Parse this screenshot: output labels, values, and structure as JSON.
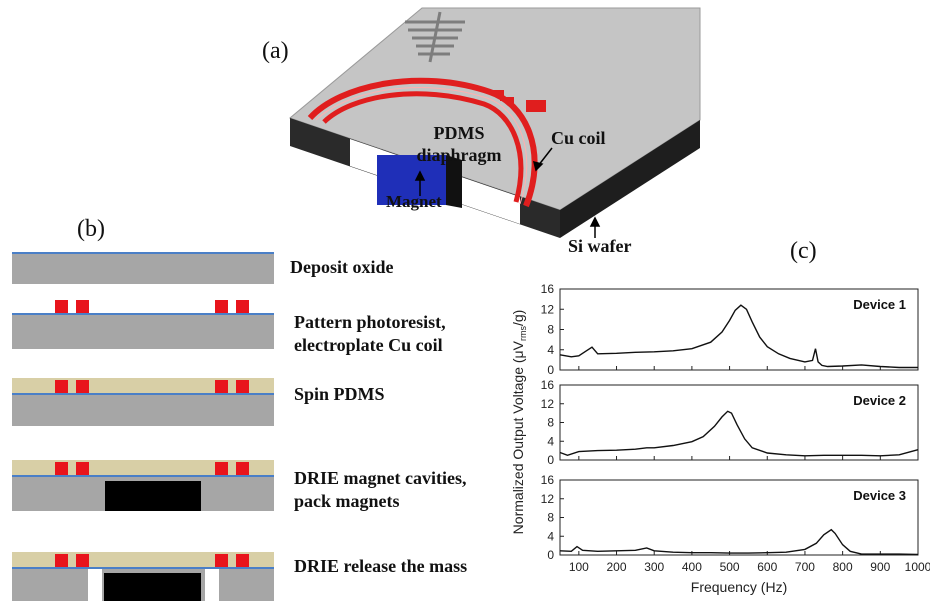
{
  "panel_a": {
    "label": "(a)",
    "callouts": {
      "pdms_line1": "PDMS",
      "pdms_line2": "diaphragm",
      "cu_coil": "Cu coil",
      "magnet": "Magnet",
      "si_wafer": "Si wafer"
    },
    "colors": {
      "wafer_top": "#c4c4c4",
      "wafer_side": "#2a2a2a",
      "coil": "#e01e1e",
      "magnet": "#1f2fb8"
    }
  },
  "panel_b": {
    "label": "(b)",
    "steps": [
      {
        "line1": "Deposit oxide",
        "line2": ""
      },
      {
        "line1": "Pattern photoresist,",
        "line2": "electroplate Cu coil"
      },
      {
        "line1": "Spin PDMS",
        "line2": ""
      },
      {
        "line1": "DRIE magnet cavities,",
        "line2": "pack magnets"
      },
      {
        "line1": "DRIE release the mass",
        "line2": ""
      }
    ],
    "colors": {
      "silicon": "#a6a6a6",
      "oxide": "#4a7fc7",
      "pdms": "#d8cfa6",
      "copper": "#e8141c",
      "magnet": "#000000"
    }
  },
  "panel_c": {
    "label": "(c)",
    "chart_data": {
      "type": "line",
      "xlabel": "Frequency (Hz)",
      "ylabel": "Normalized Output Voltage  (μV",
      "ylabel_sub": "rms",
      "ylabel_tail": "/g)",
      "xlim": [
        50,
        1000
      ],
      "x_ticks": [
        100,
        200,
        300,
        400,
        500,
        600,
        700,
        800,
        900,
        1000
      ],
      "ylim": [
        0,
        16
      ],
      "y_ticks": [
        0,
        4,
        8,
        12,
        16
      ],
      "series": [
        {
          "name": "Device 1",
          "x": [
            50,
            80,
            100,
            120,
            135,
            150,
            200,
            250,
            300,
            350,
            400,
            450,
            480,
            500,
            515,
            530,
            545,
            560,
            580,
            600,
            630,
            660,
            700,
            720,
            728,
            735,
            745,
            760,
            800,
            850,
            900,
            950,
            1000
          ],
          "y": [
            3.0,
            2.6,
            2.8,
            3.8,
            4.5,
            3.2,
            3.3,
            3.5,
            3.6,
            3.8,
            4.2,
            5.5,
            7.5,
            9.8,
            11.8,
            12.8,
            12.0,
            9.5,
            6.5,
            4.6,
            3.2,
            2.3,
            1.6,
            1.9,
            4.2,
            1.6,
            0.9,
            0.7,
            0.8,
            1.0,
            0.7,
            0.5,
            0.5
          ]
        },
        {
          "name": "Device 2",
          "x": [
            50,
            70,
            100,
            150,
            200,
            250,
            280,
            300,
            350,
            400,
            430,
            460,
            480,
            495,
            505,
            520,
            540,
            560,
            600,
            650,
            700,
            750,
            800,
            850,
            900,
            950,
            1000
          ],
          "y": [
            1.6,
            1.0,
            1.8,
            2.0,
            2.1,
            2.3,
            2.6,
            2.6,
            3.1,
            3.9,
            5.0,
            7.2,
            9.2,
            10.4,
            10.0,
            7.5,
            4.5,
            2.6,
            1.5,
            1.1,
            0.9,
            1.0,
            1.0,
            1.0,
            0.9,
            1.1,
            2.2
          ]
        },
        {
          "name": "Device 3",
          "x": [
            50,
            80,
            95,
            110,
            150,
            200,
            250,
            280,
            300,
            350,
            400,
            450,
            500,
            550,
            600,
            650,
            700,
            730,
            750,
            770,
            780,
            800,
            820,
            850,
            900,
            950,
            1000
          ],
          "y": [
            0.9,
            0.8,
            1.8,
            1.0,
            0.8,
            0.9,
            1.0,
            1.5,
            0.9,
            0.6,
            0.5,
            0.5,
            0.4,
            0.4,
            0.5,
            0.6,
            1.2,
            2.5,
            4.3,
            5.4,
            4.6,
            2.2,
            0.8,
            0.2,
            0.2,
            0.2,
            0.1
          ]
        }
      ]
    }
  }
}
